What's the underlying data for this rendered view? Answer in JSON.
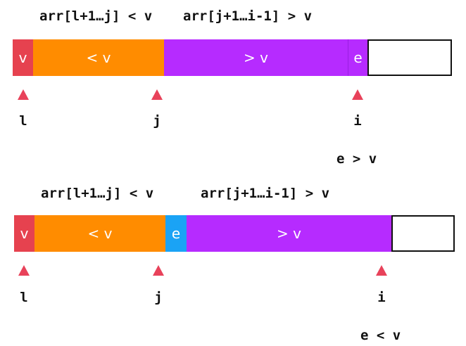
{
  "colors": {
    "pivot": "#e6424f",
    "less": "#ff8c00",
    "greater": "#b62bff",
    "element_gt": "#b62bff",
    "element_lt": "#1aa3f5",
    "marker": "#e8425a"
  },
  "panels": [
    {
      "range_less_label": "arr[l+1…j] < v",
      "range_greater_label": "arr[j+1…i-1] > v",
      "segments": {
        "pivot": "v",
        "less": "< v",
        "element": "e",
        "greater": "> v"
      },
      "indices": {
        "l": "l",
        "j": "j",
        "i": "i"
      },
      "condition": "e > v"
    },
    {
      "range_less_label": "arr[l+1…j] < v",
      "range_greater_label": "arr[j+1…i-1] > v",
      "segments": {
        "pivot": "v",
        "less": "< v",
        "element": "e",
        "greater": "> v"
      },
      "indices": {
        "l": "l",
        "j": "j",
        "i": "i"
      },
      "condition": "e < v"
    }
  ]
}
